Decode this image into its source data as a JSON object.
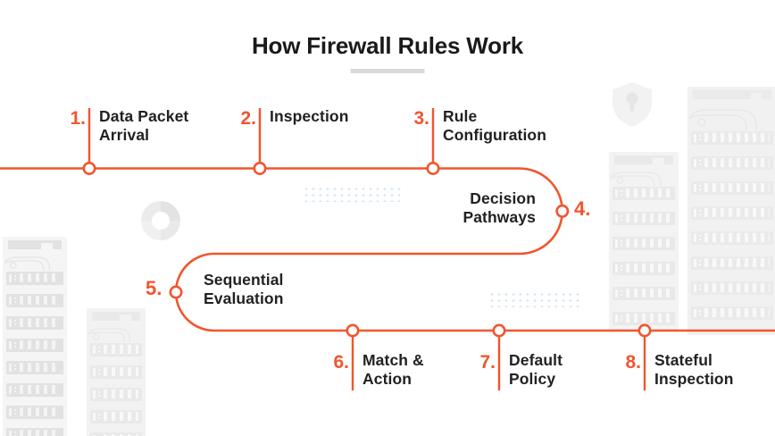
{
  "title": "How Firewall Rules Work",
  "steps": [
    {
      "number": "1.",
      "label": "Data Packet\nArrival"
    },
    {
      "number": "2.",
      "label": "Inspection"
    },
    {
      "number": "3.",
      "label": "Rule\nConfiguration"
    },
    {
      "number": "4.",
      "label": "Decision\nPathways"
    },
    {
      "number": "5.",
      "label": "Sequential\nEvaluation"
    },
    {
      "number": "6.",
      "label": "Match &\nAction"
    },
    {
      "number": "7.",
      "label": "Default\nPolicy"
    },
    {
      "number": "8.",
      "label": "Stateful\nInspection"
    }
  ],
  "colors": {
    "accent": "#F0562E",
    "title_text": "#1A1A1A",
    "label_text": "#212121",
    "dot_grid": "#D2E6F3"
  },
  "icons": {
    "shield": "shield-keyhole-icon",
    "spinner": "donut-ring-decoration",
    "racks": "server-rack-decoration",
    "dots": "dot-grid-decoration"
  }
}
